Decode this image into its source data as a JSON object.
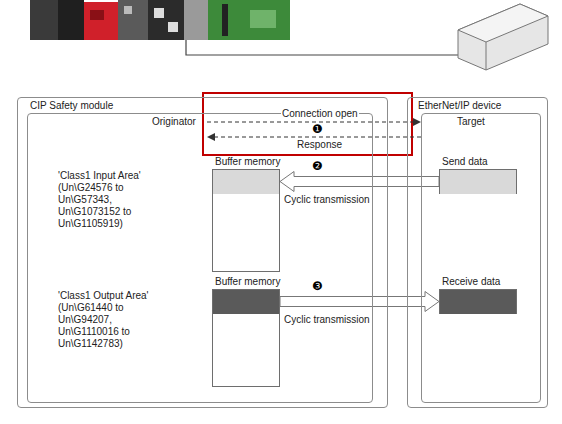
{
  "diagram": {
    "nodes": [
      {
        "text": [
          "CIP Safety module"
        ]
      },
      {
        "text": [
          "Originator"
        ],
        "in": 0
      },
      {
        "text": [
          "Buffer memory"
        ],
        "in": 1
      },
      {
        "text": [
          "Buffer memory"
        ],
        "in": 1
      },
      {
        "text": [
          "EtherNet/IP device"
        ]
      },
      {
        "text": [
          "Target"
        ],
        "in": 4
      },
      {
        "text": [
          "Send data"
        ],
        "in": 5
      },
      {
        "text": [
          "Receive data"
        ],
        "in": 5
      }
    ],
    "edges": [
      {
        "from": 1,
        "to": 5,
        "label": "Connection open",
        "arrow": "to"
      },
      {
        "from": 5,
        "to": 1,
        "label": "Response",
        "arrow": "to"
      },
      {
        "from": 6,
        "to": 2,
        "label": "Cyclic transmission",
        "arrow": "to"
      },
      {
        "from": 3,
        "to": 7,
        "label": "Cyclic transmission",
        "arrow": "to"
      }
    ],
    "labels": [
      "❶",
      "❷",
      "'Class1 Input Area' (Un\\G24576 to Un\\G57343, Un\\G1073152 to Un\\G1105919)",
      "❸",
      "'Class1 Output Area' (Un\\G61440 to Un\\G94207, Un\\G1110016 to Un\\G1142783)"
    ]
  }
}
